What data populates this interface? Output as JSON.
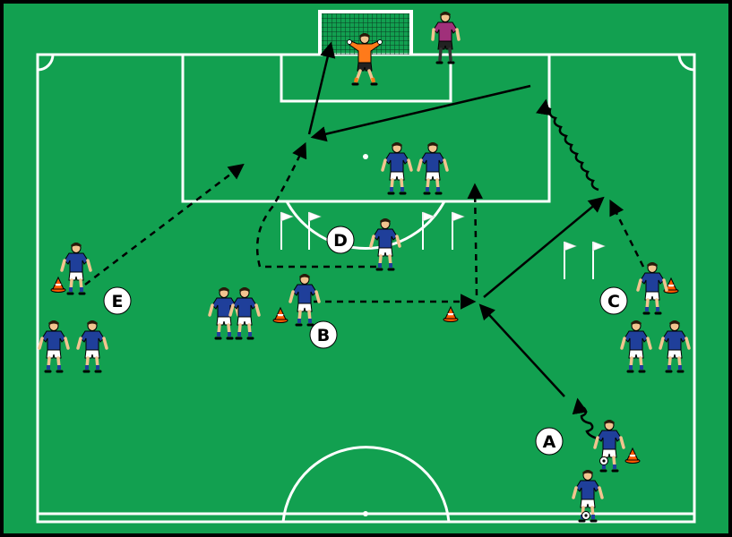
{
  "colors": {
    "grass": "#12a050",
    "line": "#ffffff",
    "border": "#000000",
    "jersey_attack": "#1f3f9a",
    "shorts_attack": "#ffffff",
    "keeper": "#ff7a1a",
    "coach": "#a0307a",
    "cone": "#ff5a00",
    "arrow": "#000000"
  },
  "station_labels": {
    "A": "A",
    "B": "B",
    "C": "C",
    "D": "D",
    "E": "E"
  },
  "icons": {
    "player": "player-icon",
    "goalkeeper": "goalkeeper-icon",
    "coach": "coach-icon",
    "cone": "cone-icon",
    "flag": "flag-pole-icon",
    "ball": "ball-icon"
  }
}
